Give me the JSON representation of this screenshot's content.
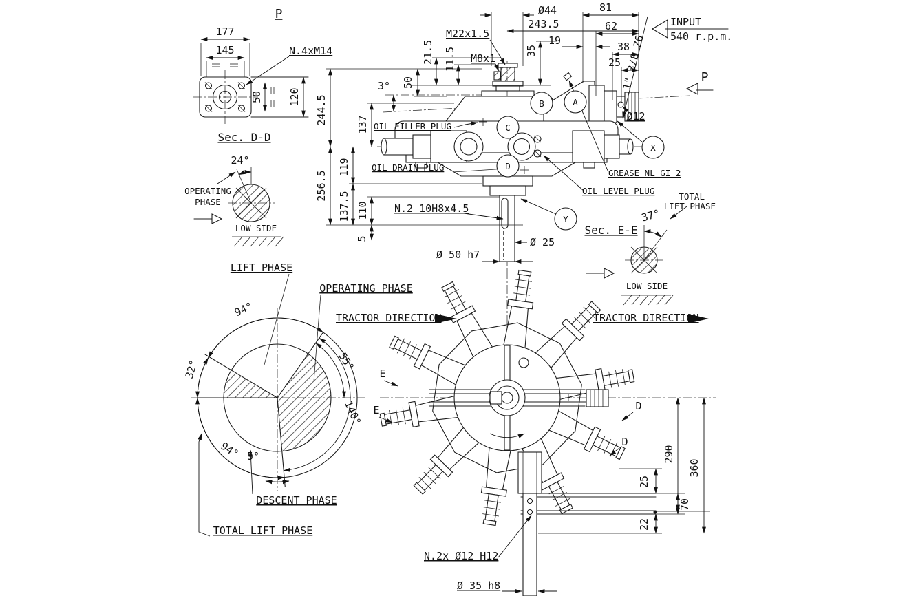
{
  "flange_view": {
    "marker": "P",
    "width": "177",
    "bolt_spacing": "145",
    "bolt_note": "N.4xM14",
    "center_offset": "50",
    "height": "120",
    "section_label": "Sec. D-D"
  },
  "section_dd": {
    "angle": "24°",
    "phase_line1": "OPERATING",
    "phase_line2": "PHASE",
    "low_side": "LOW SIDE"
  },
  "side_view": {
    "balloons": {
      "a": "A",
      "b": "B",
      "c": "C",
      "d": "D",
      "x": "X",
      "y": "Y"
    },
    "labels": {
      "oil_filler": "OIL FILLER PLUG",
      "oil_drain": "OIL DRAIN PLUG",
      "oil_level": "OIL LEVEL PLUG",
      "grease": "GREASE NL GI 2",
      "keyway": "N.2 10H8x4.5",
      "input_line1": "INPUT",
      "input_line2": "540 r.p.m.",
      "p_marker": "P",
      "spline": "1\" 3/8 Z6"
    },
    "dims": {
      "h_top": "244.5",
      "h_bottom": "256.5",
      "h_filler": "137",
      "h_drain": "119",
      "h_lower": "137.5",
      "h_key": "110",
      "h_end": "5",
      "top_50": "50",
      "top_21_5": "21.5",
      "top_11_5": "11.5",
      "top_35": "35",
      "tilt": "3°",
      "boss_dia": "Ø44",
      "length": "243.5",
      "len_19": "19",
      "len_81": "81",
      "len_62": "62",
      "len_38": "38",
      "len_25": "25",
      "pin_dia": "Ø12",
      "shaft_dia": "Ø 50 h7",
      "bore_dia": "Ø 25",
      "plug_thread": "M22x1.5",
      "vent_thread": "M8x1"
    }
  },
  "section_ee": {
    "title": "Sec. E-E",
    "angle": "37°",
    "note_line1": "TOTAL",
    "note_line2": "LIFT PHASE",
    "low_side": "LOW SIDE"
  },
  "phase_diagram": {
    "lift": "LIFT PHASE",
    "operating": "OPERATING PHASE",
    "descent": "DESCENT PHASE",
    "total_lift": "TOTAL LIFT PHASE",
    "top_angle": "94°",
    "left_angle": "32°",
    "right_upper_angle": "55°",
    "right_lower_angle": "140°",
    "bottom_left_angle": "94°",
    "bottom_angle": "5°"
  },
  "plan_view": {
    "tractor_left": "TRACTOR DIRECTION",
    "tractor_right": "TRACTOR DIRECTION",
    "height_290": "290",
    "height_360": "360",
    "bar_25": "25",
    "bar_70": "70",
    "bar_22": "22",
    "holes_note": "N.2x Ø12 H12",
    "spindle_dia": "Ø 35 h8",
    "section_e": "E",
    "section_d": "D"
  }
}
